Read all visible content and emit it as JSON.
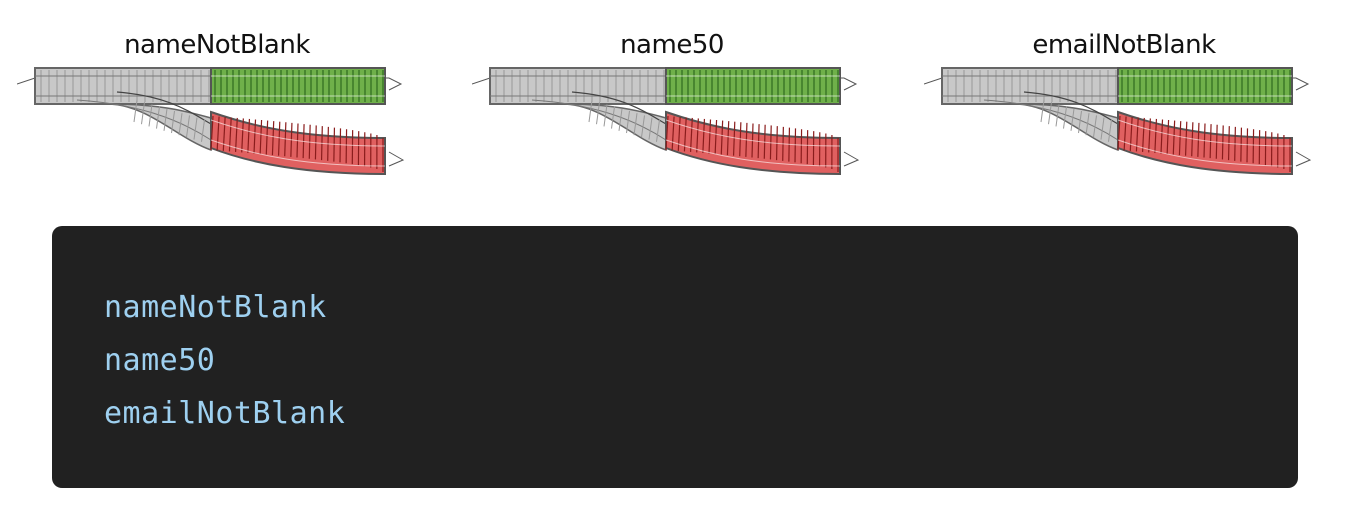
{
  "switches": [
    {
      "label": "nameNotBlank"
    },
    {
      "label": "name50"
    },
    {
      "label": "emailNotBlank"
    }
  ],
  "colors": {
    "rail_gray": "#c8c8c8",
    "rail_green": "#6fb04a",
    "rail_red": "#e06060",
    "code_bg": "#212121",
    "code_text": "#9ed0f0"
  },
  "code": {
    "lines": [
      "nameNotBlank",
      "name50",
      "emailNotBlank"
    ]
  }
}
